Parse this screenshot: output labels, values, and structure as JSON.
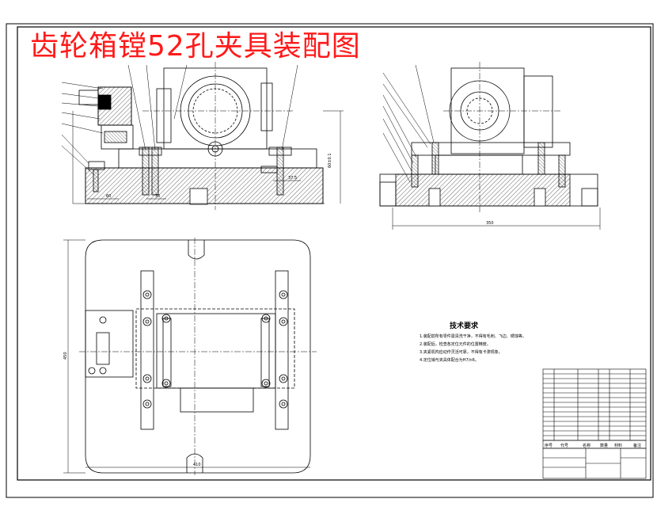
{
  "drawing": {
    "title": "齿轮箱镗52孔夹具装配图",
    "dimensions": {
      "front_height": "60±0.1",
      "front_width_left": "60",
      "front_width_mid": "35",
      "front_right_small": "37.5",
      "side_width": "350",
      "top_height": "450",
      "top_width": "410"
    },
    "notes": {
      "heading": "技术要求",
      "lines": [
        "1.装配前所有零件需清洗干净，不得有毛刺、飞边、锈蚀等。",
        "2.装配后，检查各定位元件的位置精度。",
        "3.夹紧机构应动作灵活可靠，不得有卡滞现象。",
        "4.定位销与夹具体配合为H7/n6。"
      ]
    },
    "title_block": {
      "col_labels": [
        "序号",
        "代号",
        "名称",
        "数量",
        "材料",
        "备注"
      ]
    }
  }
}
